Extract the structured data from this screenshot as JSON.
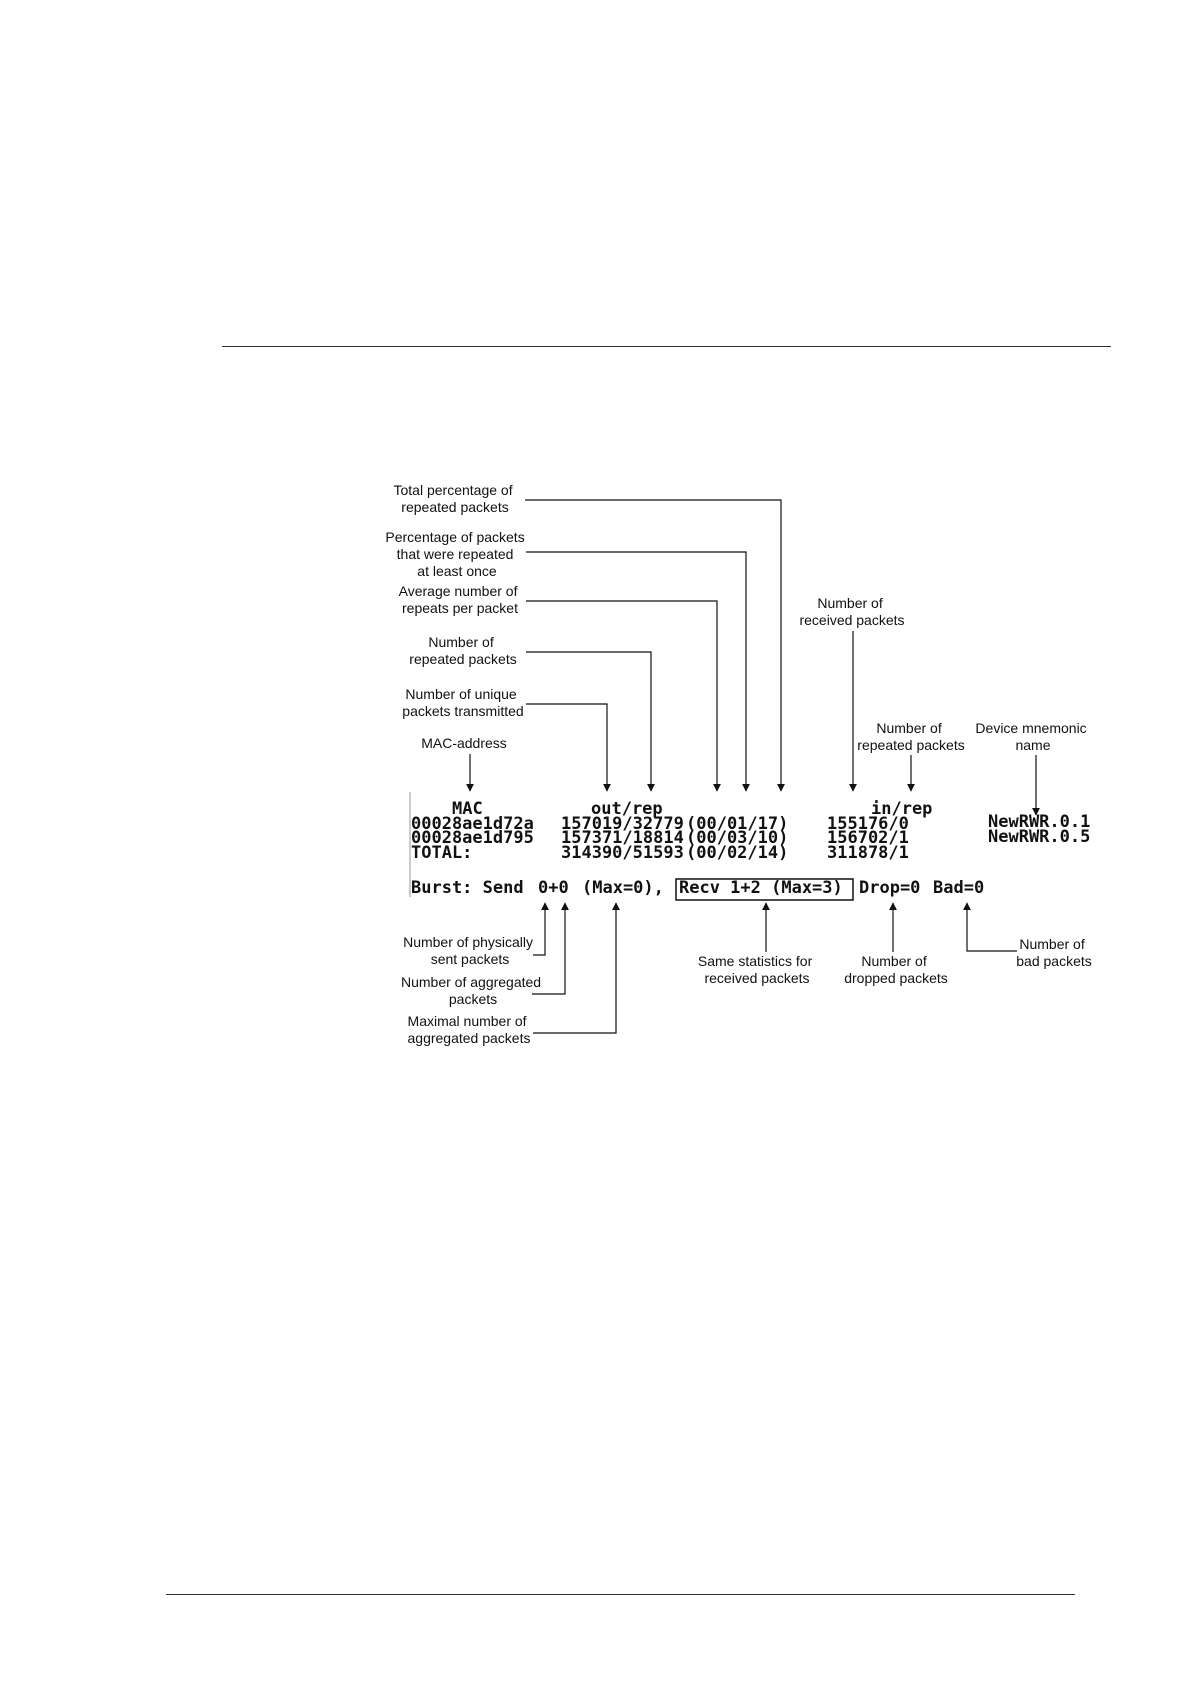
{
  "figure": {
    "terminal": {
      "header": {
        "mac": "MAC",
        "out_rep": "out/rep",
        "in_rep": "in/rep"
      },
      "rows": [
        {
          "mac": "00028ae1d72a",
          "out_rep": "157019/32779",
          "stats": "(00/01/17)",
          "in_rep": "155176/0",
          "name": "NewRWR.0.1"
        },
        {
          "mac": "00028ae1d795",
          "out_rep": "157371/18814",
          "stats": "(00/03/10)",
          "in_rep": "156702/1",
          "name": "NewRWR.0.5"
        },
        {
          "mac": "TOTAL:",
          "out_rep": "314390/51593",
          "stats": "(00/02/14)",
          "in_rep": "311878/1",
          "name": ""
        }
      ],
      "burst": {
        "prefix": "Burst: Send",
        "send_value": "0+0",
        "send_max": "(Max=0),",
        "recv": "Recv 1+2 (Max=3)",
        "drop": "Drop=0",
        "bad": "Bad=0"
      }
    },
    "annotations": {
      "total_pct": [
        "Total percentage of",
        "repeated packets"
      ],
      "pct_repeated": [
        "Percentage of packets",
        "that were repeated",
        "at least once"
      ],
      "avg_repeats": [
        "Average number of",
        "repeats per packet"
      ],
      "num_repeated": [
        "Number of",
        "repeated packets"
      ],
      "unique_tx": [
        "Number of unique",
        "packets transmitted"
      ],
      "mac_address": [
        "MAC-address"
      ],
      "received": [
        "Number of",
        "received packets"
      ],
      "in_repeated": [
        "Number of",
        "repeated packets"
      ],
      "device_name": [
        "Device mnemonic",
        "name"
      ],
      "phys_sent": [
        "Number of physically",
        "sent packets"
      ],
      "aggregated": [
        "Number of aggregated",
        "packets"
      ],
      "max_aggregated": [
        "Maximal number of",
        "aggregated packets"
      ],
      "same_stats": [
        "Same statistics for",
        "received packets"
      ],
      "dropped": [
        "Number of",
        "dropped packets"
      ],
      "bad": [
        "Number of",
        "bad packets"
      ]
    }
  }
}
